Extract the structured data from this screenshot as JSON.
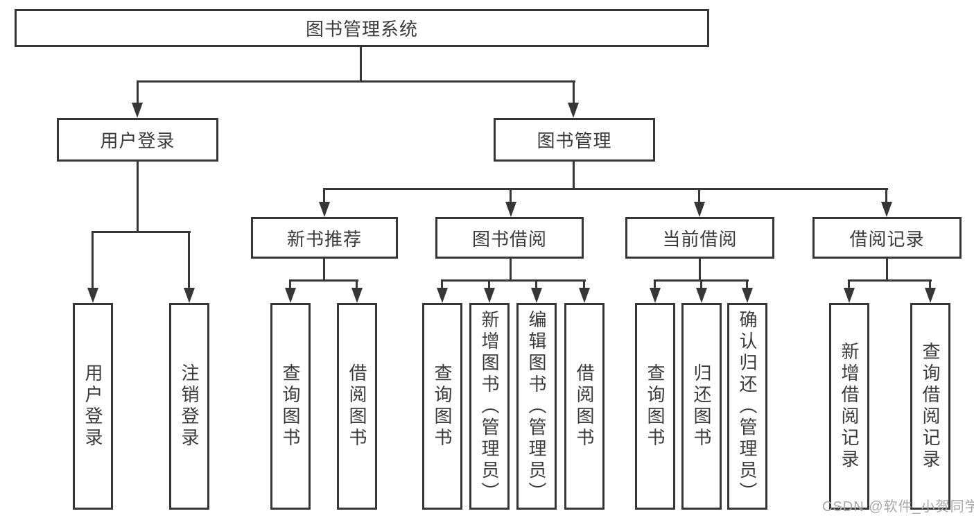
{
  "diagram": {
    "root": {
      "label": "图书管理系统"
    },
    "level1": [
      {
        "label": "用户登录"
      },
      {
        "label": "图书管理"
      }
    ],
    "level2": [
      {
        "label": "新书推荐"
      },
      {
        "label": "图书借阅"
      },
      {
        "label": "当前借阅"
      },
      {
        "label": "借阅记录"
      }
    ],
    "leaves": {
      "user_login": [
        "用户登录",
        "注销登录"
      ],
      "new_book": [
        "查询图书",
        "借阅图书"
      ],
      "book_borrow": [
        "查询图书",
        "新增图书（管理员）",
        "编辑图书（管理员）",
        "借阅图书"
      ],
      "current_borrow": [
        "查询图书",
        "归还图书",
        "确认归还（管理员）"
      ],
      "borrow_record": [
        "新增借阅记录",
        "查询借阅记录"
      ]
    }
  },
  "watermark": {
    "text": "CSDN @软件_小贺同学"
  },
  "colors": {
    "line": "#363636",
    "box_border": "#363636",
    "text": "#3b3b3b",
    "background": "#ffffff",
    "watermark": "#a8a8a8"
  }
}
